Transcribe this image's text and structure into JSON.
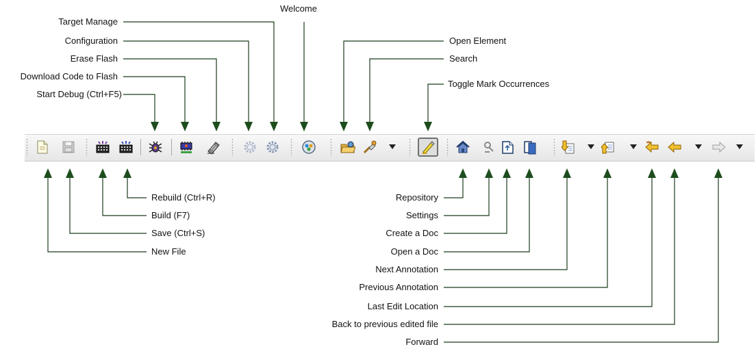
{
  "colors": {
    "line": "#1b3b1b",
    "arrow": "#1d4d1d",
    "toolbar": "#ececec"
  },
  "annotations": {
    "target_manage": "Target Manage",
    "configuration": "Configuration",
    "erase_flash": "Erase Flash",
    "download_code": "Download Code to Flash",
    "start_debug": "Start Debug (Ctrl+F5)",
    "welcome": "Welcome",
    "open_element": "Open Element",
    "search": "Search",
    "toggle_mark": "Toggle Mark Occurrences",
    "rebuild": "Rebuild (Ctrl+R)",
    "build": "Build (F7)",
    "save": "Save (Ctrl+S)",
    "new_file": "New File",
    "repository": "Repository",
    "settings": "Settings",
    "create_doc": "Create a Doc",
    "open_doc": "Open a Doc",
    "next_annotation": "Next Annotation",
    "previous_annotation": "Previous Annotation",
    "last_edit": "Last Edit Location",
    "back_previous": "Back to previous edited file",
    "forward": "Forward"
  },
  "icons": {
    "new_file": "new-file-icon",
    "save": "save-icon",
    "build": "build-icon",
    "rebuild": "rebuild-icon",
    "start_debug": "debug-icon",
    "download": "download-flash-icon",
    "erase": "erase-flash-icon",
    "configuration": "gear-icon",
    "target_manage": "gear-icon",
    "welcome": "welcome-icon",
    "open_element": "open-element-icon",
    "search": "search-icon",
    "toggle_mark": "highlighter-icon",
    "repository": "home-icon",
    "settings": "settings-icon",
    "create_doc": "create-doc-icon",
    "open_doc": "open-doc-icon",
    "next_annotation": "next-annotation-icon",
    "previous_annotation": "previous-annotation-icon",
    "last_edit": "last-edit-icon",
    "back": "back-arrow-icon",
    "forward": "forward-arrow-icon"
  }
}
